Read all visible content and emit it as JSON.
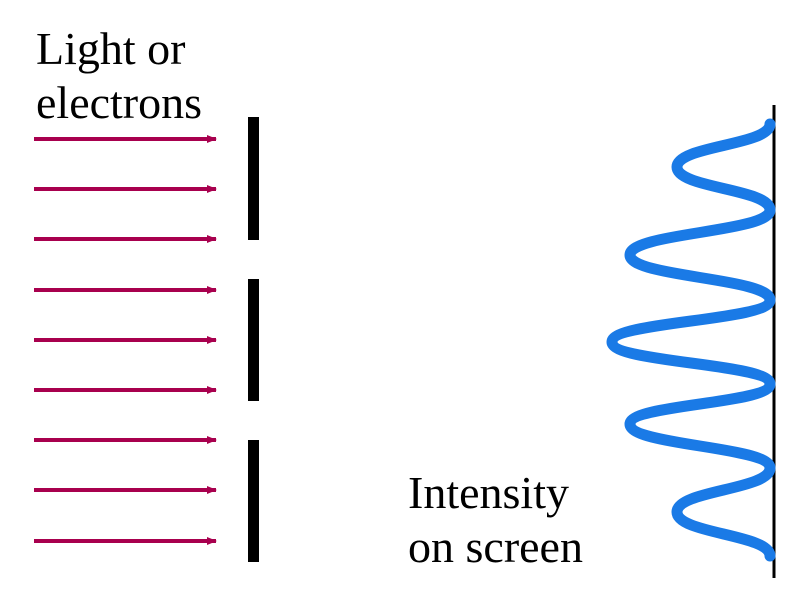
{
  "source_label": {
    "line1": "Light or",
    "line2": "electrons"
  },
  "screen_label": {
    "line1": "Intensity",
    "line2": "on screen"
  },
  "incoming_rays": 9,
  "barrier_segments": 3,
  "colors": {
    "ray": "#a8004e",
    "barrier": "#000000",
    "intensity_curve": "#1a7ae6",
    "screen_line": "#000000",
    "background": "#ffffff"
  }
}
